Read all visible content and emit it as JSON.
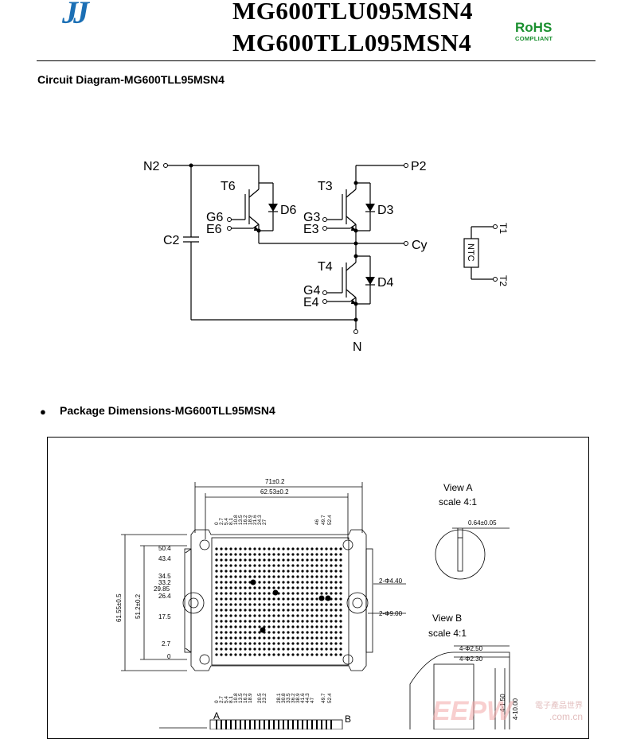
{
  "header": {
    "logo_text": "JJ",
    "model_line1": "MG600TLU095MSN4",
    "model_line2": "MG600TLL095MSN4",
    "rohs_main": "RoHS",
    "rohs_sub": "COMPLIANT"
  },
  "circuit": {
    "title": "Circuit Diagram-MG600TLL95MSN4",
    "labels": {
      "n2": "N2",
      "p2": "P2",
      "t6": "T6",
      "d6": "D6",
      "g6": "G6",
      "e6": "E6",
      "t3": "T3",
      "d3": "D3",
      "g3": "G3",
      "e3": "E3",
      "c2": "C2",
      "cy": "Cy",
      "t4": "T4",
      "d4": "D4",
      "g4": "G4",
      "e4": "E4",
      "n": "N",
      "t1": "T1",
      "t2": "T2",
      "ntc": "NTC"
    }
  },
  "package": {
    "title": "Package Dimensions-MG600TLL95MSN4",
    "dims": {
      "overall_width": "71±0.2",
      "hole_pitch": "62.53±0.2",
      "overall_height": "61.55±0.5",
      "inner_height": "51.2±0.2",
      "hole_small": "2-Φ4.40",
      "hole_large": "2-Φ9.00",
      "left_marks": [
        "50.4",
        "43.4",
        "34.5",
        "33.2",
        "29.85",
        "26.4",
        "17.5",
        "2.7",
        "0"
      ],
      "top_marks": [
        "0",
        "2.7",
        "5.4",
        "8.1",
        "10.8",
        "13.5",
        "16.2",
        "18.9",
        "21.6",
        "24.3",
        "27",
        "46",
        "49.7",
        "52.4"
      ],
      "bottom_marks": [
        "0",
        "2.7",
        "5.4",
        "8.1",
        "10.8",
        "13.5",
        "16.2",
        "18.9",
        "20.5",
        "23.2",
        "28.1",
        "30.8",
        "33.5",
        "36.2",
        "38.9",
        "41.6",
        "44.3",
        "47",
        "49.7",
        "52.4"
      ],
      "view_a_title": "View A",
      "view_a_scale": "scale 4:1",
      "view_a_dim": "0.64±0.05",
      "view_b_title": "View B",
      "view_b_scale": "scale 4:1",
      "view_b_dim1": "4-Φ2.50",
      "view_b_dim2": "4-Φ2.30",
      "view_b_dim3": "4-1.50",
      "view_b_dim4": "4-10.00",
      "marker_a": "A",
      "marker_b": "B"
    }
  },
  "watermark": {
    "line1": "電子產品世界",
    "line2": ".com.cn",
    "logo": "EEPW"
  }
}
